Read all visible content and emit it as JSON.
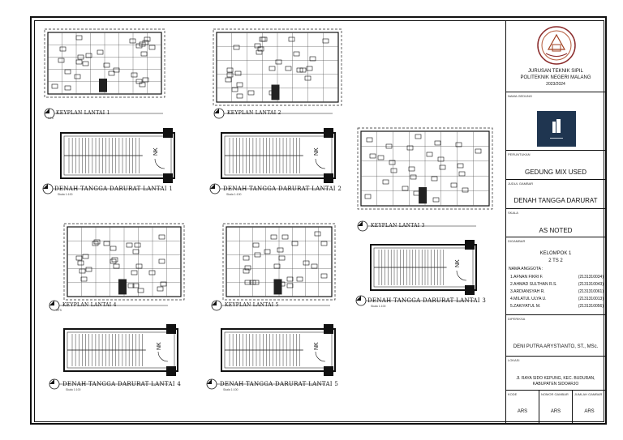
{
  "drawing": {
    "captions": [
      {
        "id": "k1",
        "title": "KEYPLAN LANTAI 1",
        "scale": "NTS"
      },
      {
        "id": "k2",
        "title": "KEYPLAN LANTAI 2",
        "scale": ""
      },
      {
        "id": "s1",
        "title": "DENAH TANGGA DARURAT LANTAI 1",
        "scale": "Skala 1:100"
      },
      {
        "id": "s2",
        "title": "DENAH TANGGA DARURAT LANTAI 2",
        "scale": "Skala 1:100"
      },
      {
        "id": "k3",
        "title": "KEYPLAN LANTAI 3",
        "scale": ""
      },
      {
        "id": "k4",
        "title": "KEYPLAN LANTAI 4",
        "scale": "NTS"
      },
      {
        "id": "k5",
        "title": "KEYPLAN LANTAI 5",
        "scale": ""
      },
      {
        "id": "s3",
        "title": "DENAH TANGGA DARURAT LANTAI 3",
        "scale": "Skala 1:100"
      },
      {
        "id": "s4",
        "title": "DENAH TANGGA DARURAT LANTAI 4",
        "scale": "Skala 1:100"
      },
      {
        "id": "s5",
        "title": "DENAH TANGGA DARURAT LANTAI 5",
        "scale": "Skala 1:100"
      }
    ],
    "stair_label": "NK"
  },
  "title_block": {
    "institution_line1": "JURUSAN TEKNIK SIPIL",
    "institution_line2": "POLITEKNIK NEGERI MALANG",
    "year": "2023/2024",
    "logo_name": "polinema-seal",
    "nama_gedung_label": "NAMA GEDUNG",
    "peruntukan_label": "PERUNTUKAN",
    "peruntukan_value": "GEDUNG MIX USED",
    "judul_gambar_label": "JUDUL GAMBAR",
    "judul_gambar_value": "DENAH TANGGA DARURAT",
    "skala_label": "SKALA",
    "skala_value": "AS NOTED",
    "digambar_label": "DIGAMBAR",
    "kelompok": "KELOMPOK 1",
    "kelas": "2 TS 2",
    "anggota_label": "NAMA ANGGOTA :",
    "members": [
      {
        "name": "1.AFNAN FIKRI F.",
        "nim": "(2131310034)"
      },
      {
        "name": "2.AHMAD SULTHAN R.S.",
        "nim": "(2131310043)"
      },
      {
        "name": "3.ARDIANSYAH R.",
        "nim": "(2131310061)"
      },
      {
        "name": "4.MILATUL ULYA U.",
        "nim": "(2131310013)"
      },
      {
        "name": "5.ZAKIYATUL M.",
        "nim": "(2131310056)"
      }
    ],
    "diperiksa_label": "DIPERIKSA",
    "supervisor": "DENI PUTRA ARYSTIANTO, ST., MSc.",
    "lokasi_label": "LOKASI",
    "lokasi_line1": "Jl. RAYA SIDO KEPUNG, KEC. BUDURAN,",
    "lokasi_line2": "KABUPATEN SIDOARJO",
    "footer": [
      {
        "label": "KODE",
        "value": "ARS"
      },
      {
        "label": "NOMOR GAMBAR",
        "value": "ARS"
      },
      {
        "label": "JUMLAH GAMBAR",
        "value": "ARS"
      }
    ]
  },
  "colors": {
    "logo_bg": "#1f3550",
    "ink": "#111111"
  }
}
